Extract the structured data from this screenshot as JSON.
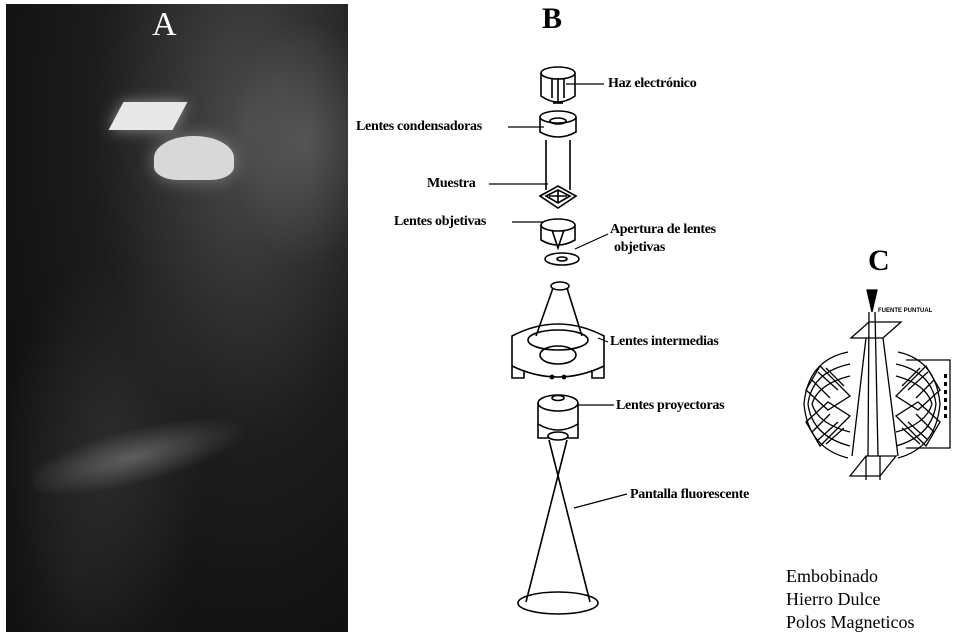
{
  "panel_a": {
    "label": "A"
  },
  "panel_b": {
    "label": "B",
    "callouts": {
      "haz": "Haz electrónico",
      "condensadoras": "Lentes condensadoras",
      "muestra": "Muestra",
      "objetivas": "Lentes objetivas",
      "apertura_line1": "Apertura de lentes",
      "apertura_line2": "objetivas",
      "intermedias": "Lentes intermedias",
      "proyectoras": "Lentes proyectoras",
      "pantalla": "Pantalla fluorescente"
    }
  },
  "panel_c": {
    "label": "C",
    "top_label": "FUENTE PUNTUAL",
    "legend": [
      "Embobinado",
      "Hierro Dulce",
      "Polos Magneticos"
    ]
  }
}
